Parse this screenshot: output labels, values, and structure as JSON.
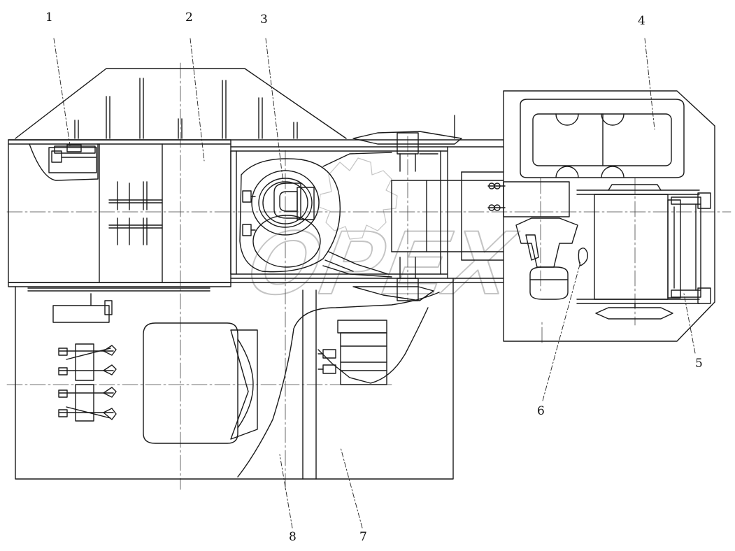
{
  "diagram": {
    "colors": {
      "line": "#1a1a1a",
      "background": "#ffffff",
      "watermark": "#bdbdbd"
    },
    "watermark": {
      "text": "OPEX",
      "icon": "gear-icon"
    },
    "callouts": [
      {
        "id": "1",
        "label": "1"
      },
      {
        "id": "2",
        "label": "2"
      },
      {
        "id": "3",
        "label": "3"
      },
      {
        "id": "4",
        "label": "4"
      },
      {
        "id": "5",
        "label": "5"
      },
      {
        "id": "6",
        "label": "6"
      },
      {
        "id": "7",
        "label": "7"
      },
      {
        "id": "8",
        "label": "8"
      }
    ]
  }
}
